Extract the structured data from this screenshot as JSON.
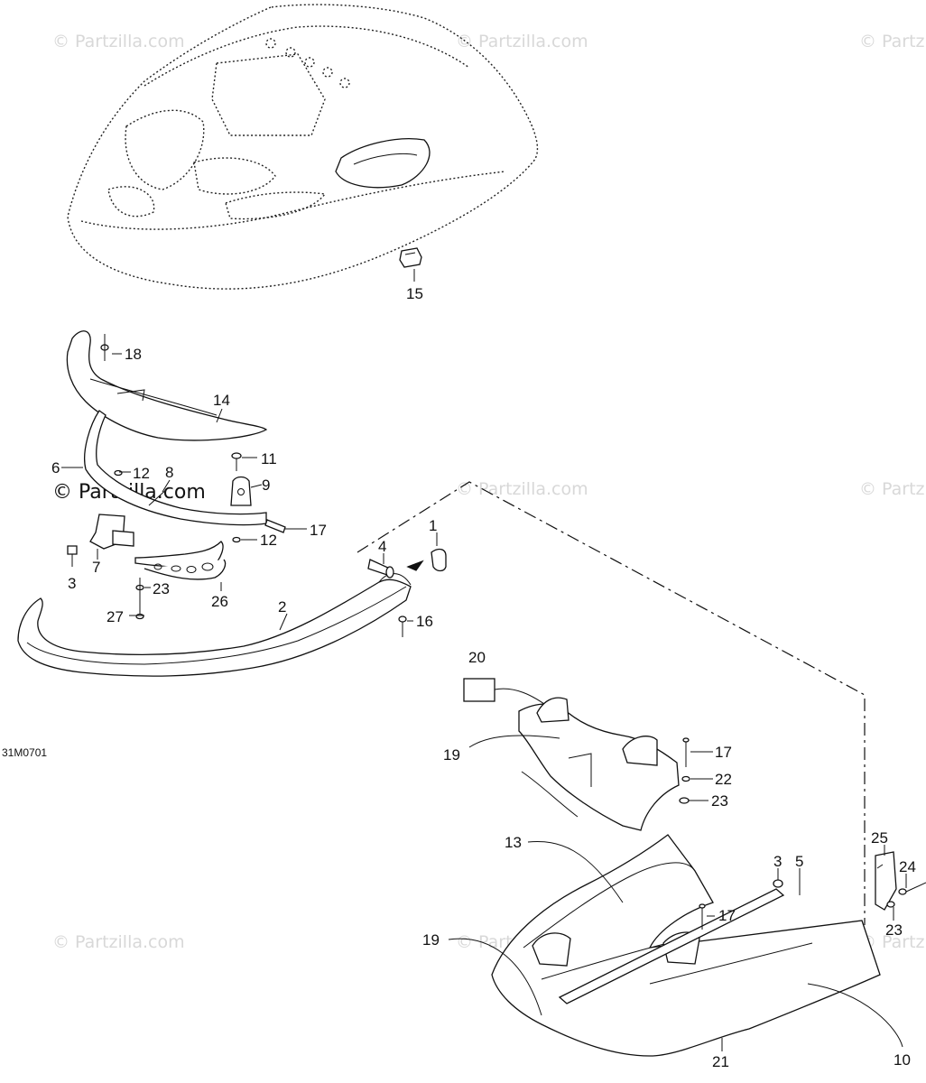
{
  "watermark": {
    "text": "© Partzilla.com",
    "featured_text": "© Partzilla.com"
  },
  "diagram_code": "31M0701",
  "callouts": {
    "p1": "1",
    "p2": "2",
    "p3a": "3",
    "p3b": "3",
    "p4": "4",
    "p5": "5",
    "p6": "6",
    "p7": "7",
    "p8": "8",
    "p9": "9",
    "p10": "10",
    "p11": "11",
    "p12a": "12",
    "p12b": "12",
    "p13": "13",
    "p14": "14",
    "p15": "15",
    "p16": "16",
    "p17a": "17",
    "p17b": "17",
    "p17c": "17",
    "p18": "18",
    "p19a": "19",
    "p19b": "19",
    "p20": "20",
    "p21": "21",
    "p22": "22",
    "p23a": "23",
    "p23b": "23",
    "p23c": "23",
    "p24": "24",
    "p25": "25",
    "p26": "26",
    "p27": "27"
  }
}
